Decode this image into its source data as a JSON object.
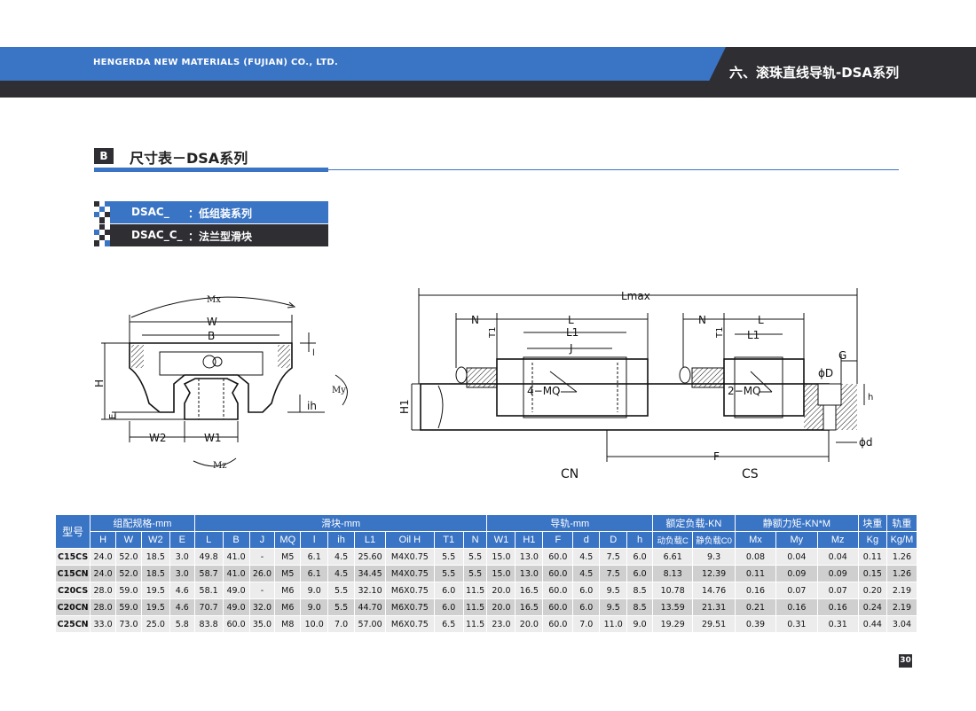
{
  "header": {
    "company": "HENGERDA NEW MATERIALS (FUJIAN) CO., LTD.",
    "section_title": "六、滚珠直线导轨-DSA系列"
  },
  "section": {
    "badge": "B",
    "title": "尺寸表－DSA系列"
  },
  "series_box": [
    {
      "code": "DSAC_",
      "desc": "：低组装系列"
    },
    {
      "code": "DSAC_C_",
      "desc": "：法兰型滑块"
    }
  ],
  "drawing_labels": {
    "mx": "Mx",
    "w": "W",
    "b": "B",
    "h": "H",
    "e": "E",
    "w2": "W2",
    "w1": "W1",
    "ih": "ih",
    "l_small": "l",
    "my": "My",
    "mz": "Mz",
    "lmax": "Lmax",
    "n": "N",
    "t1": "T1",
    "l": "L",
    "l1": "L1",
    "j": "J",
    "mq4": "4−MQ",
    "mq2": "2−MQ",
    "h1": "H1",
    "g": "G",
    "phi_D": "ϕD",
    "phi_d": "ϕd",
    "h_small": "h",
    "f": "F",
    "cn": "CN",
    "cs": "CS"
  },
  "table": {
    "group_headers": [
      "型号",
      "组配规格-mm",
      "滑块-mm",
      "导轨-mm",
      "额定负载-KN",
      "静额力矩-KN*M",
      "块重",
      "轨重"
    ],
    "sub_headers": [
      "H",
      "W",
      "W2",
      "E",
      "L",
      "B",
      "J",
      "MQ",
      "l",
      "ih",
      "L1",
      "Oil H",
      "T1",
      "N",
      "W1",
      "H1",
      "F",
      "d",
      "D",
      "h",
      "动负载C",
      "静负载C0",
      "Mx",
      "My",
      "Mz",
      "Kg",
      "Kg/M"
    ],
    "rows": [
      [
        "C15CS",
        "24.0",
        "52.0",
        "18.5",
        "3.0",
        "49.8",
        "41.0",
        "-",
        "M5",
        "6.1",
        "4.5",
        "25.60",
        "M4X0.75",
        "5.5",
        "5.5",
        "15.0",
        "13.0",
        "60.0",
        "4.5",
        "7.5",
        "6.0",
        "6.61",
        "9.3",
        "0.08",
        "0.04",
        "0.04",
        "0.11",
        "1.26"
      ],
      [
        "C15CN",
        "24.0",
        "52.0",
        "18.5",
        "3.0",
        "58.7",
        "41.0",
        "26.0",
        "M5",
        "6.1",
        "4.5",
        "34.45",
        "M4X0.75",
        "5.5",
        "5.5",
        "15.0",
        "13.0",
        "60.0",
        "4.5",
        "7.5",
        "6.0",
        "8.13",
        "12.39",
        "0.11",
        "0.09",
        "0.09",
        "0.15",
        "1.26"
      ],
      [
        "C20CS",
        "28.0",
        "59.0",
        "19.5",
        "4.6",
        "58.1",
        "49.0",
        "-",
        "M6",
        "9.0",
        "5.5",
        "32.10",
        "M6X0.75",
        "6.0",
        "11.5",
        "20.0",
        "16.5",
        "60.0",
        "6.0",
        "9.5",
        "8.5",
        "10.78",
        "14.76",
        "0.16",
        "0.07",
        "0.07",
        "0.20",
        "2.19"
      ],
      [
        "C20CN",
        "28.0",
        "59.0",
        "19.5",
        "4.6",
        "70.7",
        "49.0",
        "32.0",
        "M6",
        "9.0",
        "5.5",
        "44.70",
        "M6X0.75",
        "6.0",
        "11.5",
        "20.0",
        "16.5",
        "60.0",
        "6.0",
        "9.5",
        "8.5",
        "13.59",
        "21.31",
        "0.21",
        "0.16",
        "0.16",
        "0.24",
        "2.19"
      ],
      [
        "C25CN",
        "33.0",
        "73.0",
        "25.0",
        "5.8",
        "83.8",
        "60.0",
        "35.0",
        "M8",
        "10.0",
        "7.0",
        "57.00",
        "M6X0.75",
        "6.5",
        "11.5",
        "23.0",
        "20.0",
        "60.0",
        "7.0",
        "11.0",
        "9.0",
        "19.29",
        "29.51",
        "0.39",
        "0.31",
        "0.31",
        "0.44",
        "3.04"
      ]
    ]
  },
  "page_number": "30"
}
